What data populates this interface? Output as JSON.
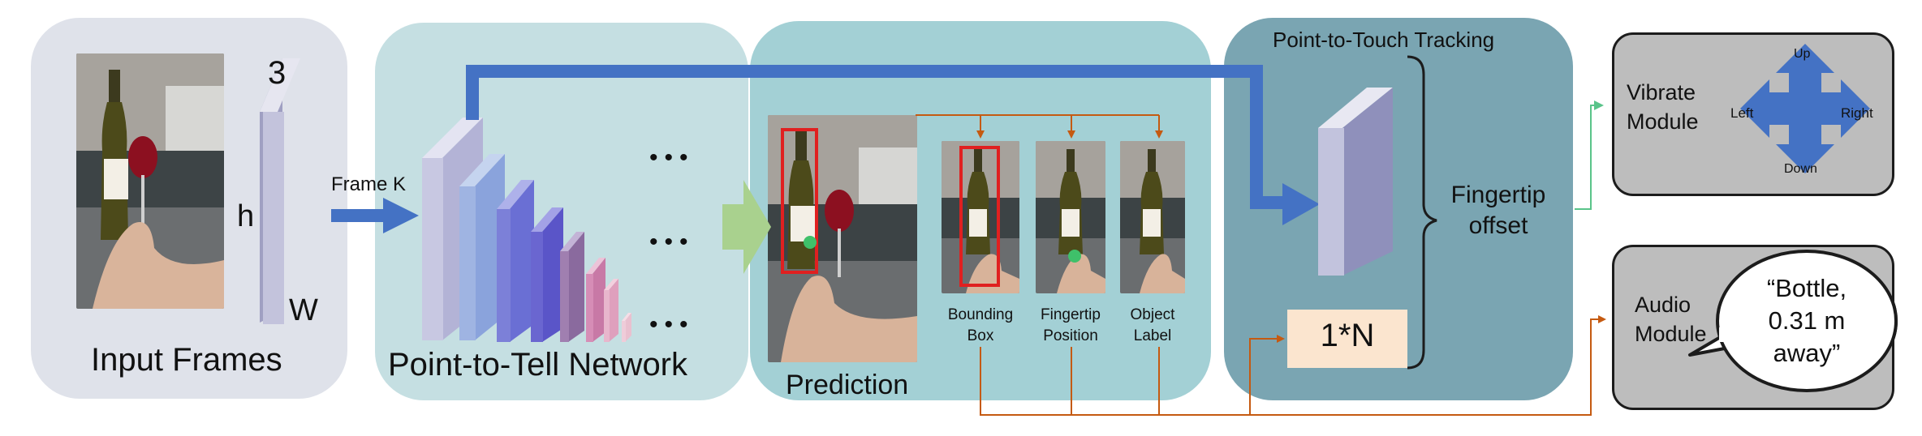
{
  "panels": {
    "input": {
      "title": "Input Frames",
      "dim_h": "h",
      "dim_w": "W",
      "dim_c": "3"
    },
    "network": {
      "title": "Point-to-Tell Network",
      "frame_label": "Frame K",
      "ellipsis": "•••"
    },
    "prediction": {
      "title": "Prediction",
      "outputs": [
        "Bounding\nBox",
        "Fingertip\nPosition",
        "Object\nLabel"
      ]
    },
    "tracking": {
      "title": "Point-to-Touch Tracking",
      "offset_label": "Fingertip\noffset",
      "vector_label": "1*N"
    }
  },
  "modules": {
    "vibrate": {
      "label": "Vibrate\nModule",
      "directions": {
        "up": "Up",
        "down": "Down",
        "left": "Left",
        "right": "Right"
      }
    },
    "audio": {
      "label": "Audio\nModule",
      "speech": "“Bottle,\n0.31 m\naway”"
    }
  },
  "colors": {
    "input_panel": "#dfe2ea",
    "network_panel": "#c5dfe2",
    "prediction_panel": "#a3d0d5",
    "tracking_panel": "#7aa5b2",
    "module_fill": "#bdbdbd",
    "blue_arrow": "#4472c4",
    "orange_line": "#c55a11",
    "green_line": "#5ac48a",
    "green_arrow": "#a9d18e",
    "bbox_red": "#e02020"
  }
}
